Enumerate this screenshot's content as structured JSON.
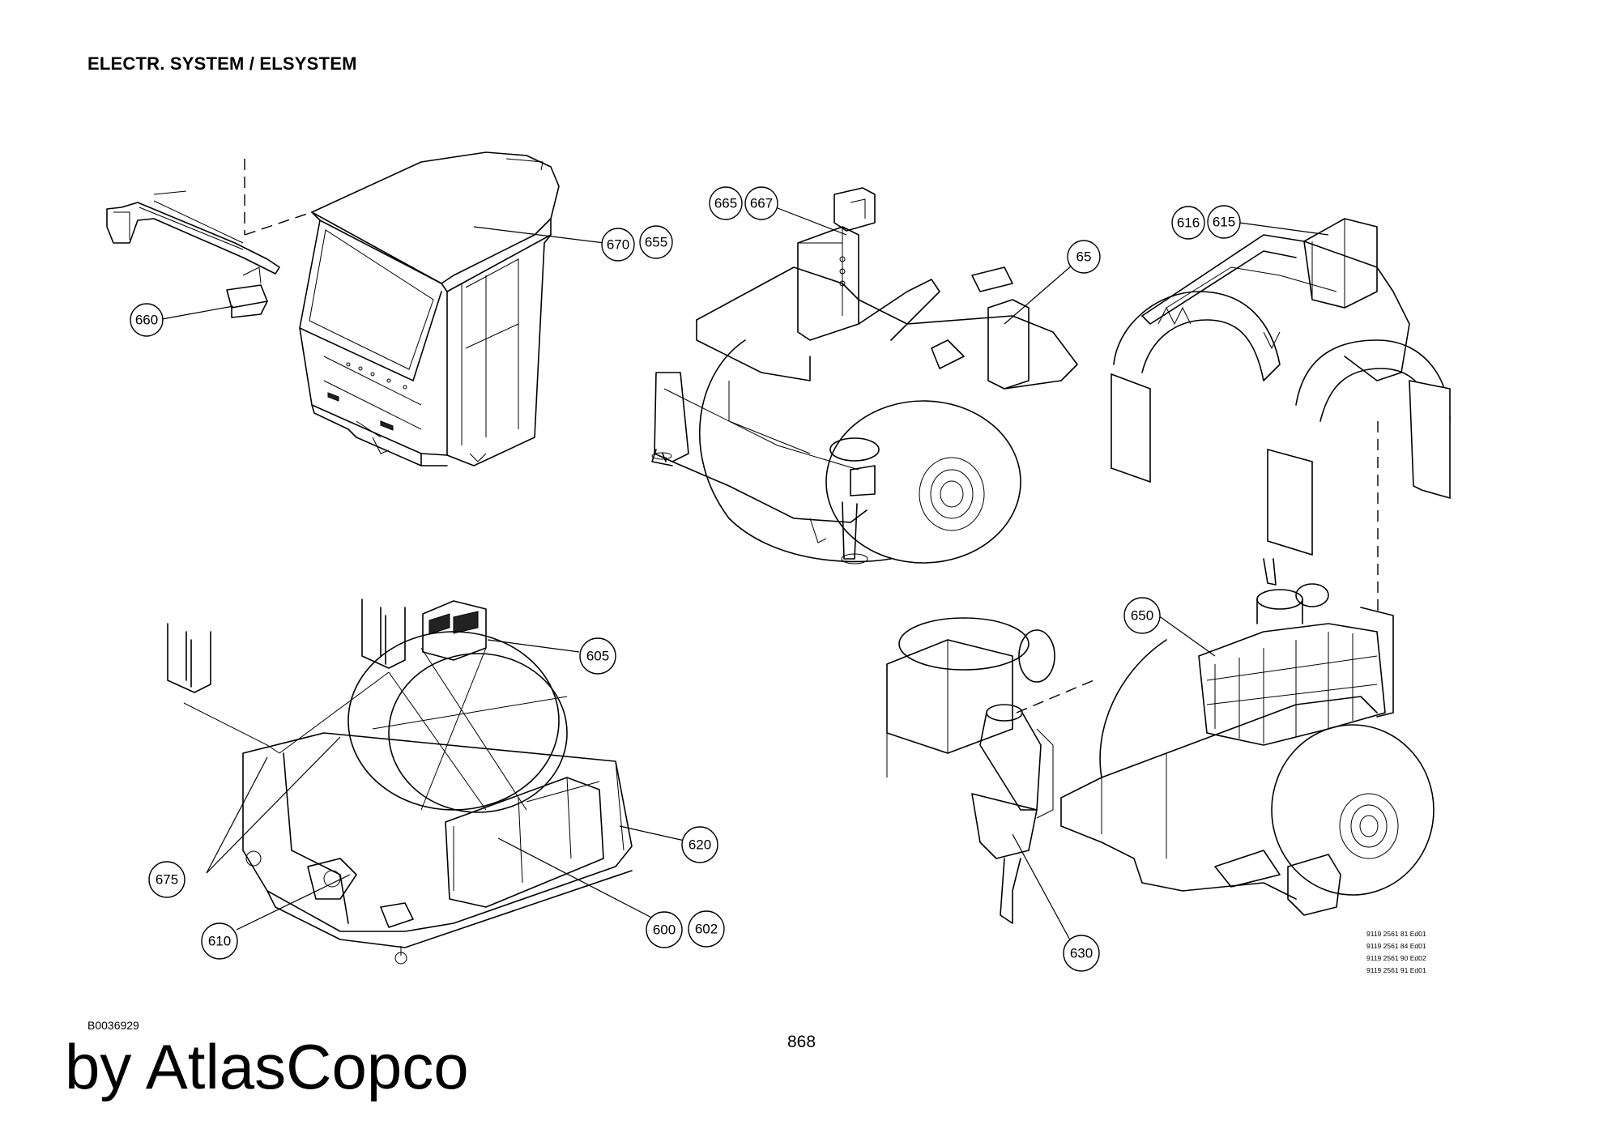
{
  "header": {
    "title": "ELECTR. SYSTEM / ELSYSTEM"
  },
  "footer": {
    "drawing_id": "B0036929",
    "page_number": "868",
    "brand": "by AtlasCopco",
    "reference_numbers": [
      "9119 2561 81 Ed01",
      "9119 2561 84 Ed01",
      "9119 2561 90 Ed02",
      "9119 2561 91 Ed01"
    ]
  },
  "callouts": {
    "c670": "670",
    "c655": "655",
    "c660": "660",
    "c665": "665",
    "c667": "667",
    "c65": "65",
    "c616": "616",
    "c615": "615",
    "c605": "605",
    "c620": "620",
    "c675": "675",
    "c610": "610",
    "c600": "600",
    "c602": "602",
    "c650": "650",
    "c630": "630"
  }
}
